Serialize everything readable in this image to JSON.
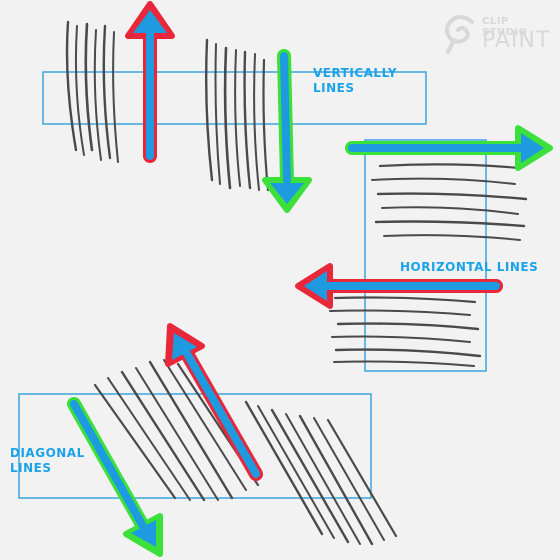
{
  "logo": {
    "line1": "CLIP STUDIO",
    "line2": "PAINT",
    "mark": "clip-studio-logo-icon"
  },
  "labels": {
    "vertical": [
      "VERTICALLY",
      "LINES"
    ],
    "horizontal": "HORIZONTAL LINES",
    "diagonal": [
      "DIAGONAL",
      "LINES"
    ]
  },
  "colors": {
    "background": "#f2f2f2",
    "guide_box": "#3aa6dd",
    "arrow_fill": "#1e9be0",
    "arrow_outline_up": "#e8283a",
    "arrow_outline_down": "#3be03b",
    "stroke": "#4a4a4a",
    "label": "#1aa3e8"
  },
  "arrows": [
    {
      "name": "vertical-up-arrow",
      "direction": "up",
      "outline": "red"
    },
    {
      "name": "vertical-down-arrow",
      "direction": "down",
      "outline": "green"
    },
    {
      "name": "horizontal-right-arrow",
      "direction": "right",
      "outline": "green"
    },
    {
      "name": "horizontal-left-arrow",
      "direction": "left",
      "outline": "red"
    },
    {
      "name": "diagonal-up-arrow",
      "direction": "up-left",
      "outline": "red"
    },
    {
      "name": "diagonal-down-arrow",
      "direction": "down-right",
      "outline": "green"
    }
  ]
}
